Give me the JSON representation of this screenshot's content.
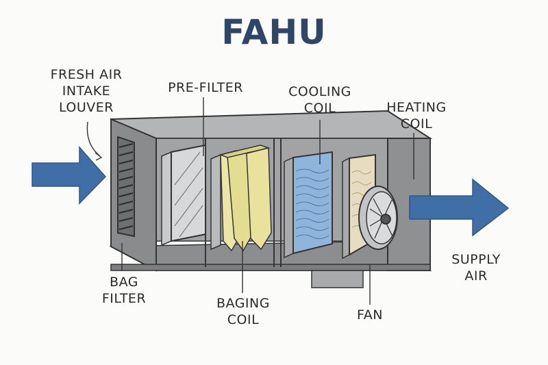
{
  "title": "FAHU",
  "labels": {
    "fresh_air_intake_louver": [
      "FRESH AIR",
      "INTAKE",
      "LOUVER"
    ],
    "pre_filter": [
      "PRE-FILTER"
    ],
    "cooling_coil": [
      "COOLING",
      "COIL"
    ],
    "heating_coil": [
      "HEATING",
      "COIL"
    ],
    "bag_filter": [
      "BAG",
      "FILTER"
    ],
    "baging_coil": [
      "BAGING",
      "COIL"
    ],
    "fan": [
      "FAN"
    ],
    "supply_air": [
      "SUPPLY",
      "AIR"
    ]
  },
  "colors": {
    "title": "#2f4668",
    "arrow": "#3f6fa6",
    "housing": "#9a9b9d",
    "housing_dark": "#7d7e80",
    "cooling_coil": "#8fb5dc",
    "bag_filter": "#e8e29c",
    "heating_coil": "#e6dcc2"
  }
}
